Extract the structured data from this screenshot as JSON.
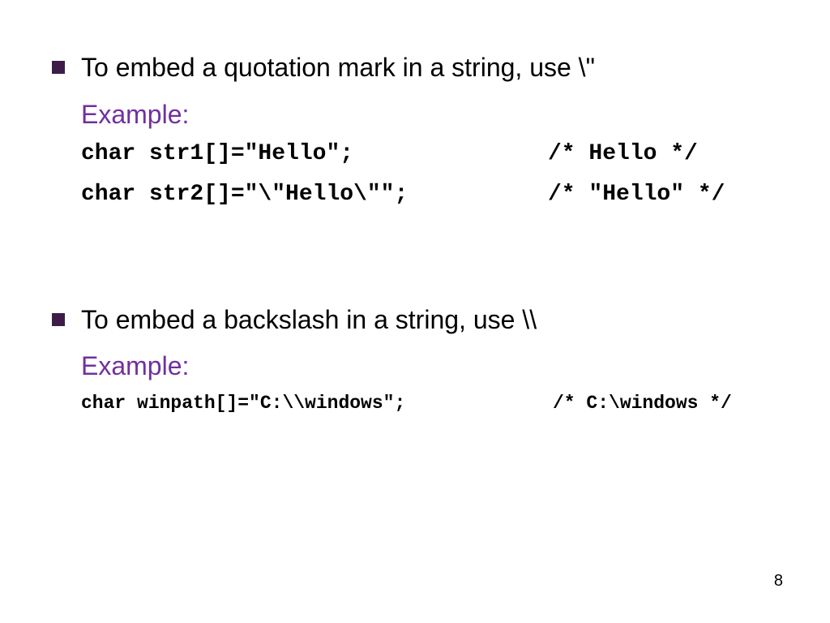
{
  "slide": {
    "section1": {
      "text": "To embed a quotation mark in a string, use \\\"",
      "example_label": "Example:",
      "lines": [
        {
          "code": "char str1[]=\"Hello\";",
          "comment": "/* Hello */"
        },
        {
          "code": "char str2[]=\"\\\"Hello\\\"\";",
          "comment": "/* \"Hello\" */"
        }
      ]
    },
    "section2": {
      "text": "To embed a backslash in a string, use \\\\",
      "example_label": "Example:",
      "lines": [
        {
          "code": "char winpath[]=\"C:\\\\windows\";",
          "comment": "/* C:\\windows */"
        }
      ]
    },
    "page_number": "8"
  },
  "colors": {
    "bullet": "#3d1c4a",
    "example_label": "#7030a0",
    "text": "#000000"
  }
}
